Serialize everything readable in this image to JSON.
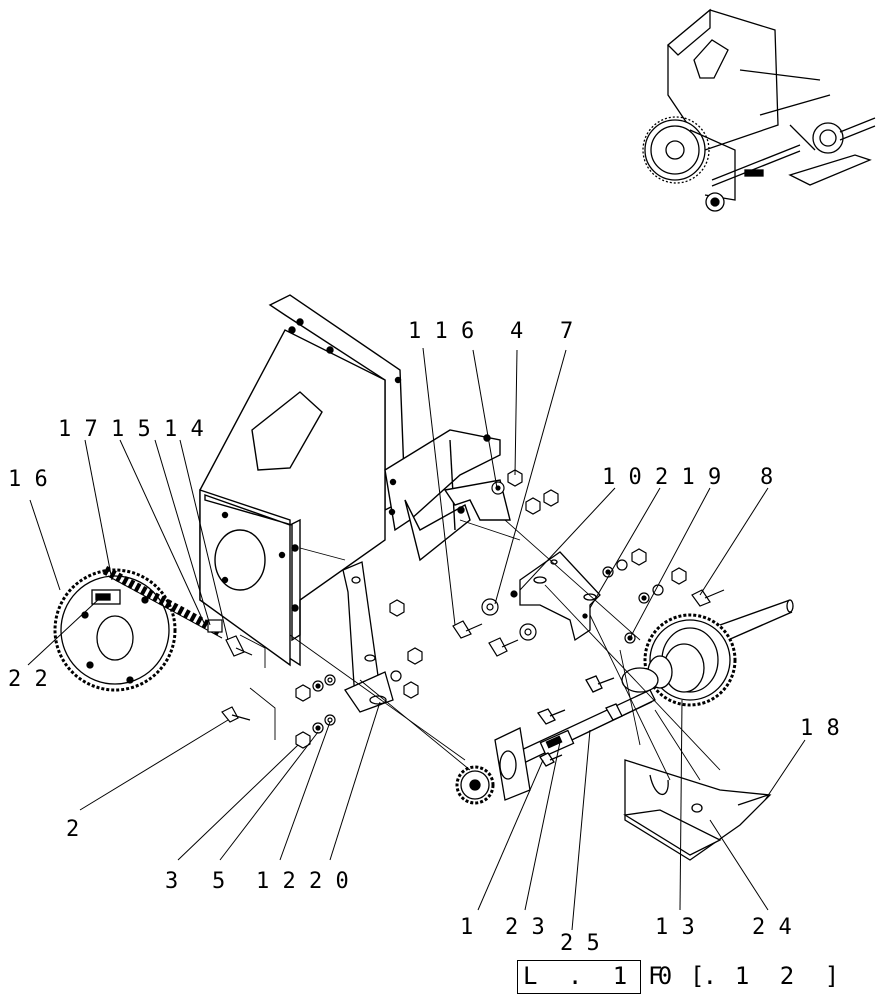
{
  "callouts": [
    {
      "id": "c116",
      "text": "1 1 6"
    },
    {
      "id": "c4",
      "text": "4"
    },
    {
      "id": "c7",
      "text": "7"
    },
    {
      "id": "c171514",
      "text": "1 7 1 5 1 4"
    },
    {
      "id": "c16",
      "text": "1 6"
    },
    {
      "id": "c10219",
      "text": "1 0 2 1 9"
    },
    {
      "id": "c8",
      "text": "8"
    },
    {
      "id": "c22",
      "text": "2 2"
    },
    {
      "id": "c18",
      "text": "1 8"
    },
    {
      "id": "c2",
      "text": "2"
    },
    {
      "id": "c3",
      "text": "3"
    },
    {
      "id": "c5",
      "text": "5"
    },
    {
      "id": "c1220",
      "text": "1 2 2 0"
    },
    {
      "id": "c1",
      "text": "1"
    },
    {
      "id": "c23",
      "text": "2 3"
    },
    {
      "id": "c25",
      "text": "2 5"
    },
    {
      "id": "c13",
      "text": "1 3"
    },
    {
      "id": "c24",
      "text": "2 4"
    }
  ],
  "reference": {
    "section": "L . 1 0 .",
    "suffix": "F",
    "page": "[ 1 2 ]"
  }
}
